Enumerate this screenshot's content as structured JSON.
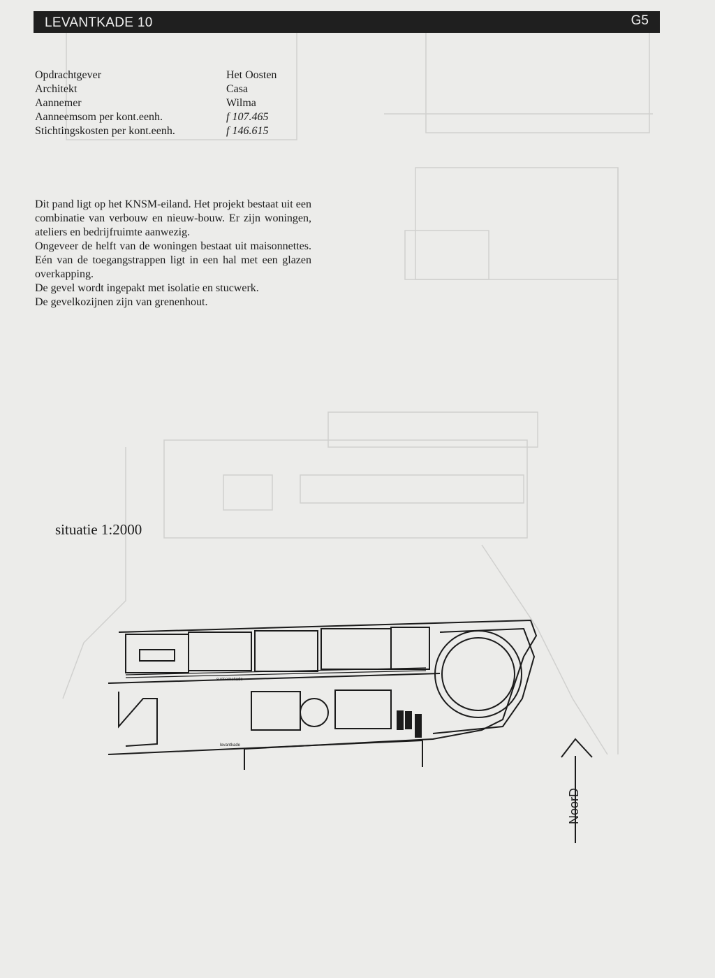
{
  "header": {
    "title": "LEVANTKADE 10",
    "code": "G5"
  },
  "project_info": [
    {
      "label": "Opdrachtgever",
      "value": "Het Oosten"
    },
    {
      "label": "Architekt",
      "value": "Casa"
    },
    {
      "label": "Aannemer",
      "value": "Wilma"
    },
    {
      "label": "Aanneemsom per kont.eenh.",
      "value": "f 107.465"
    },
    {
      "label": "Stichtingskosten per kont.eenh.",
      "value": "f 146.615"
    }
  ],
  "description": {
    "paragraphs": [
      "Dit pand ligt op het KNSM-eiland. Het projekt bestaat uit een combinatie van verbouw en nieuw-bouw. Er zijn woningen, ateliers en bedrijfruimte aanwezig.",
      "Ongeveer de helft van de woningen bestaat uit maisonnettes. Eén van de toegangstrappen ligt in een hal met een glazen overkapping.",
      "De gevel wordt ingepakt met isolatie en stucwerk.",
      "De gevelkozijnen zijn van grenenhout."
    ]
  },
  "situation": {
    "label": "situatie 1:2000",
    "street_labels": [
      "surinamekade",
      "levantkade"
    ],
    "north_label": "NoorD"
  }
}
